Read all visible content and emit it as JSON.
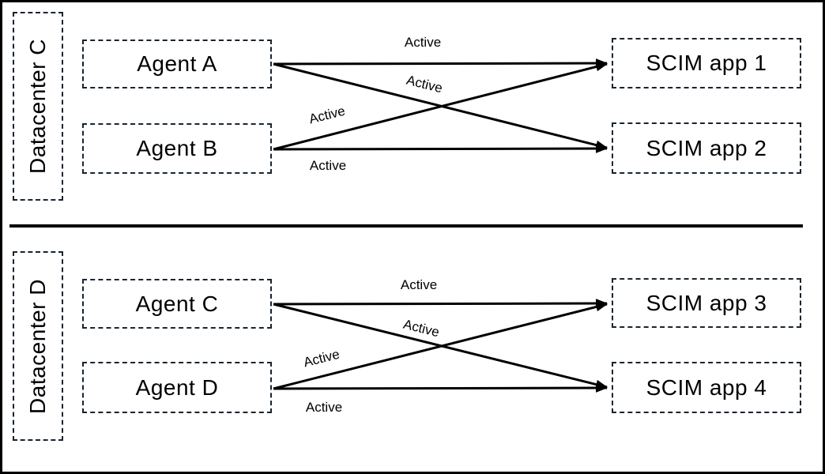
{
  "colors": {
    "background": "#ffffff",
    "frame_border": "#000000",
    "box_border": "#18242f",
    "arrow": "#000000",
    "text": "#000000"
  },
  "sections": [
    {
      "datacenter_label": "Datacenter C",
      "agents": [
        {
          "label": "Agent A"
        },
        {
          "label": "Agent B"
        }
      ],
      "apps": [
        {
          "label": "SCIM app 1"
        },
        {
          "label": "SCIM app 2"
        }
      ],
      "connections": [
        {
          "from": "Agent A",
          "to": "SCIM app 1",
          "label": "Active"
        },
        {
          "from": "Agent A",
          "to": "SCIM app 2",
          "label": "Active"
        },
        {
          "from": "Agent B",
          "to": "SCIM app 1",
          "label": "Active"
        },
        {
          "from": "Agent B",
          "to": "SCIM app 2",
          "label": "Active"
        }
      ]
    },
    {
      "datacenter_label": "Datacenter D",
      "agents": [
        {
          "label": "Agent C"
        },
        {
          "label": "Agent D"
        }
      ],
      "apps": [
        {
          "label": "SCIM app 3"
        },
        {
          "label": "SCIM app 4"
        }
      ],
      "connections": [
        {
          "from": "Agent C",
          "to": "SCIM app 3",
          "label": "Active"
        },
        {
          "from": "Agent C",
          "to": "SCIM app 4",
          "label": "Active"
        },
        {
          "from": "Agent D",
          "to": "SCIM app 3",
          "label": "Active"
        },
        {
          "from": "Agent D",
          "to": "SCIM app 4",
          "label": "Active"
        }
      ]
    }
  ]
}
